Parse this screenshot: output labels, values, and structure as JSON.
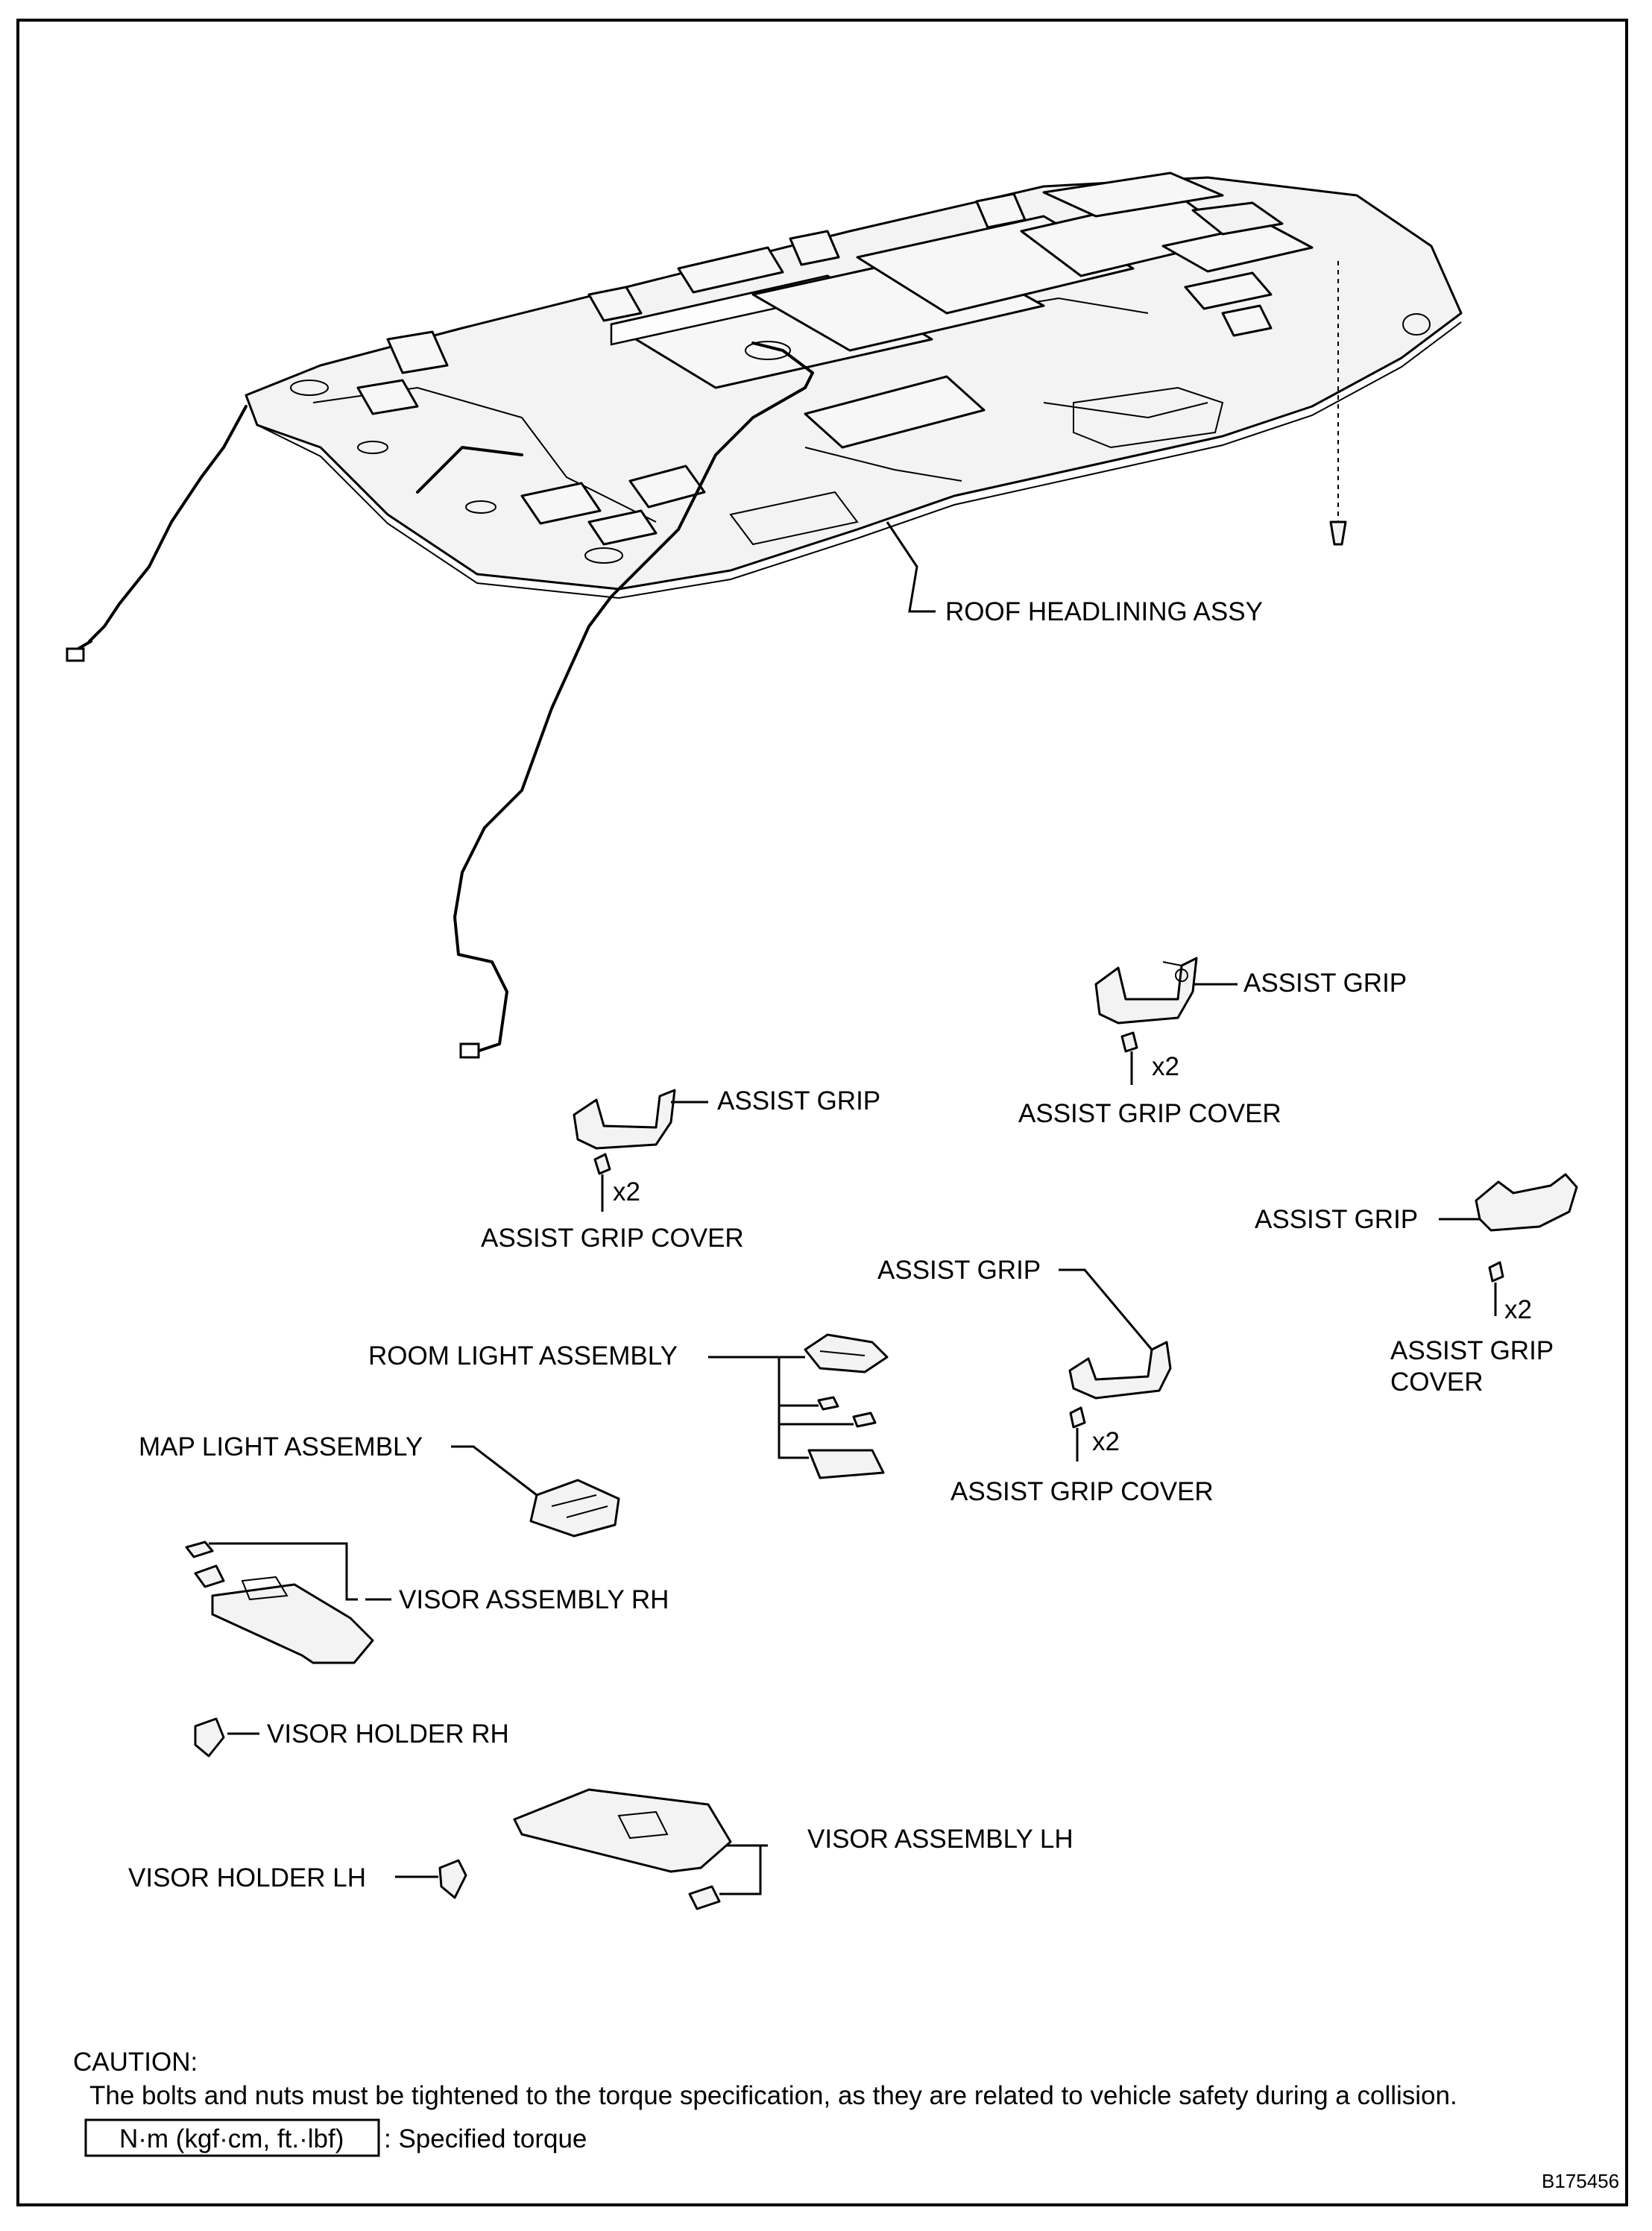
{
  "labels": {
    "roof_headlining": "ROOF HEADLINING ASSY",
    "assist_grip": "ASSIST GRIP",
    "assist_grip_cover": "ASSIST GRIP COVER",
    "assist_grip_cover_line1": "ASSIST GRIP",
    "assist_grip_cover_line2": "COVER",
    "x2": "x2",
    "room_light": "ROOM LIGHT ASSEMBLY",
    "map_light": "MAP LIGHT ASSEMBLY",
    "visor_rh": "VISOR ASSEMBLY RH",
    "visor_lh": "VISOR ASSEMBLY LH",
    "visor_holder_rh": "VISOR HOLDER RH",
    "visor_holder_lh": "VISOR HOLDER LH"
  },
  "caution": {
    "title": "CAUTION:",
    "text": "The bolts and nuts must be tightened to the torque specification, as they are related to vehicle safety during a collision.",
    "torque_box": "N·m (kgf·cm, ft.·lbf)",
    "torque_legend": ": Specified torque"
  },
  "figure_id": "B175456"
}
